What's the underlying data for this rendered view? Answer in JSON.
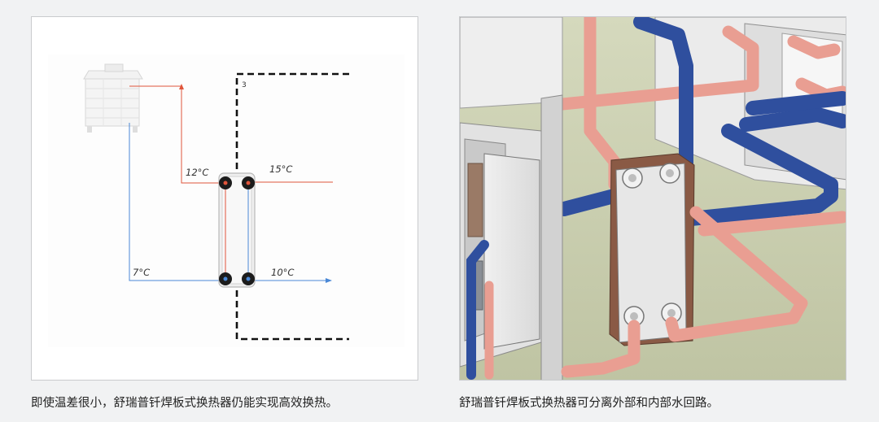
{
  "left_figure": {
    "hot_in_temp": "12°C",
    "hot_out_temp": "15°C",
    "cold_in_temp": "7°C",
    "cold_out_temp": "10°C",
    "boundary_mark": "3",
    "caption": "即使温差很小，舒瑞普钎焊板式换热器仍能实现高效换热。"
  },
  "right_figure": {
    "caption": "舒瑞普钎焊板式换热器可分离外部和内部水回路。"
  },
  "colors": {
    "hot_line": "#e0553b",
    "cold_line": "#4a88d6",
    "hot_pipe": "#e99e92",
    "cold_pipe": "#2f4f9e",
    "floor": "#c9cdaf"
  }
}
